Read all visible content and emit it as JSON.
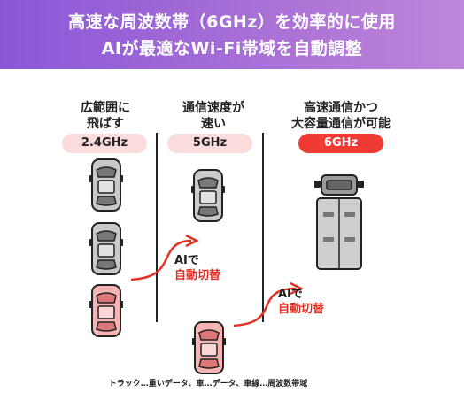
{
  "header": {
    "line1": "高速な周波数帯（6GHz）を効率的に使用",
    "line2": "AIが最適なWi-Fi帯域を自動調整"
  },
  "columns": [
    {
      "heading_line1": "広範囲に",
      "heading_line2": "飛ばす",
      "band": "2.4GHz"
    },
    {
      "heading_line1": "通信速度が",
      "heading_line2": "速い",
      "band": "5GHz"
    },
    {
      "heading_line1": "高速通信かつ",
      "heading_line2": "大容量通信が可能",
      "band": "6GHz"
    }
  ],
  "switch_labels": [
    {
      "line1": "AIで",
      "line2": "自動切替"
    },
    {
      "line1": "AIで",
      "line2": "自動切替"
    }
  ],
  "caption": "トラック…重いデータ、車…データ、車線…周波数帯域",
  "colors": {
    "header_gradient_start": "#8a57d8",
    "header_gradient_end": "#bf86da",
    "accent_red": "#ef3b33",
    "pill_light": "#f9dcdb",
    "car_gray": "#c9c9c9",
    "car_pink": "#f6b3b3"
  },
  "icons": [
    "car-gray-icon",
    "car-pink-icon",
    "truck-icon",
    "curved-arrow-icon"
  ]
}
